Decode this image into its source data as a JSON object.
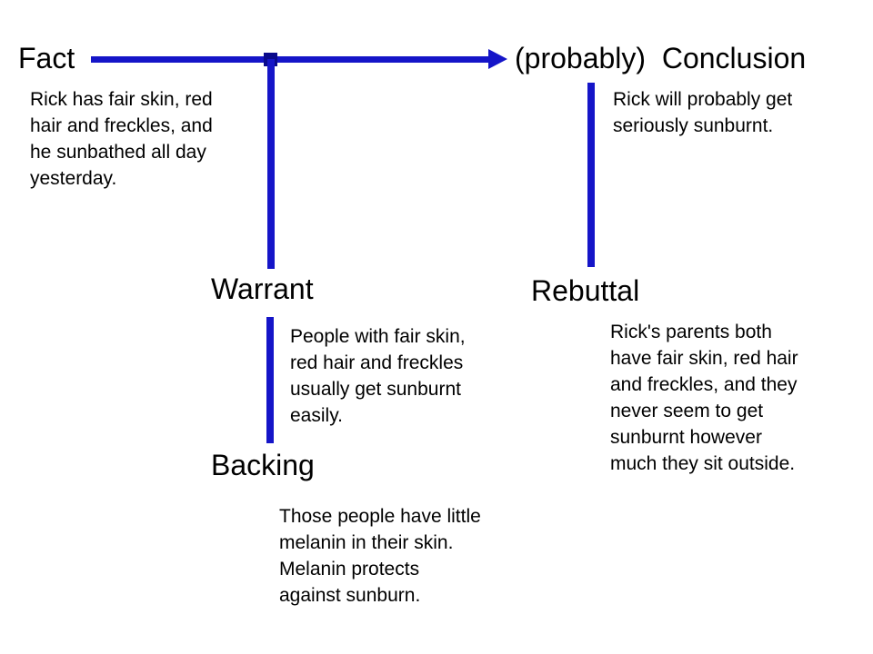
{
  "colors": {
    "connector_blue": "#1515C8",
    "junction_blue": "#0A0A8C",
    "text": "#000000",
    "background": "#FFFFFF"
  },
  "diagram": {
    "fact": {
      "label": "Fact",
      "text": "Rick has fair skin, red\nhair and freckles, and\nhe sunbathed all day\nyesterday."
    },
    "conclusion": {
      "label": "(probably)  Conclusion",
      "text": "Rick will probably get\nseriously sunburnt."
    },
    "warrant": {
      "label": "Warrant",
      "text": "People with fair skin,\nred hair and freckles\nusually get sunburnt\neasily."
    },
    "backing": {
      "label": "Backing",
      "text": "Those people have little\nmelanin in their skin.\nMelanin protects\nagainst sunburn."
    },
    "rebuttal": {
      "label": "Rebuttal",
      "text": "Rick's parents both\nhave fair skin, red hair\nand freckles, and they\nnever seem to get\nsunburnt however\nmuch they sit outside."
    }
  }
}
